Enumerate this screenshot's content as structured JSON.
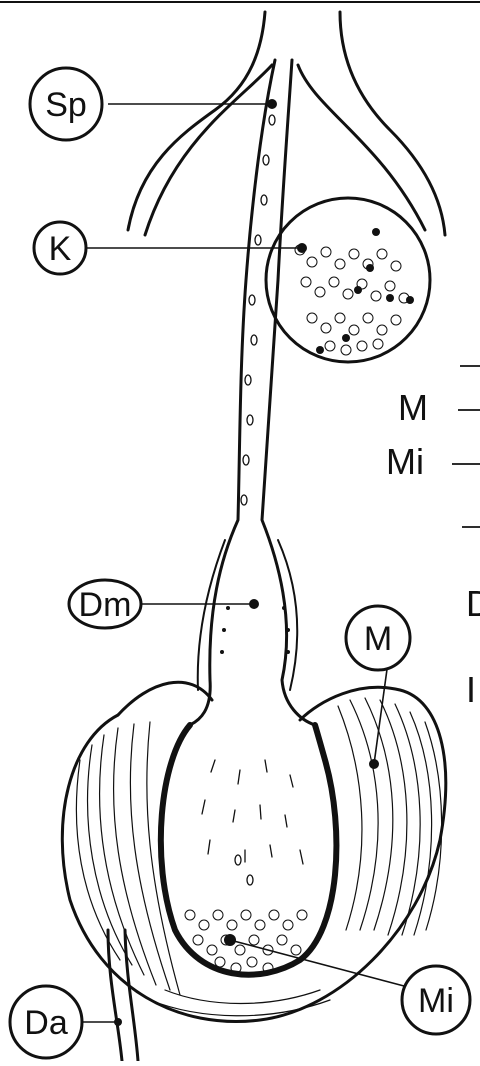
{
  "figure": {
    "callouts": [
      "Sp",
      "K",
      "Dm",
      "M",
      "Mi",
      "Da"
    ],
    "side_labels": [
      "M",
      "Mi",
      "D",
      "I"
    ]
  },
  "colors": {
    "ink": "#111111",
    "paper": "#ffffff"
  }
}
